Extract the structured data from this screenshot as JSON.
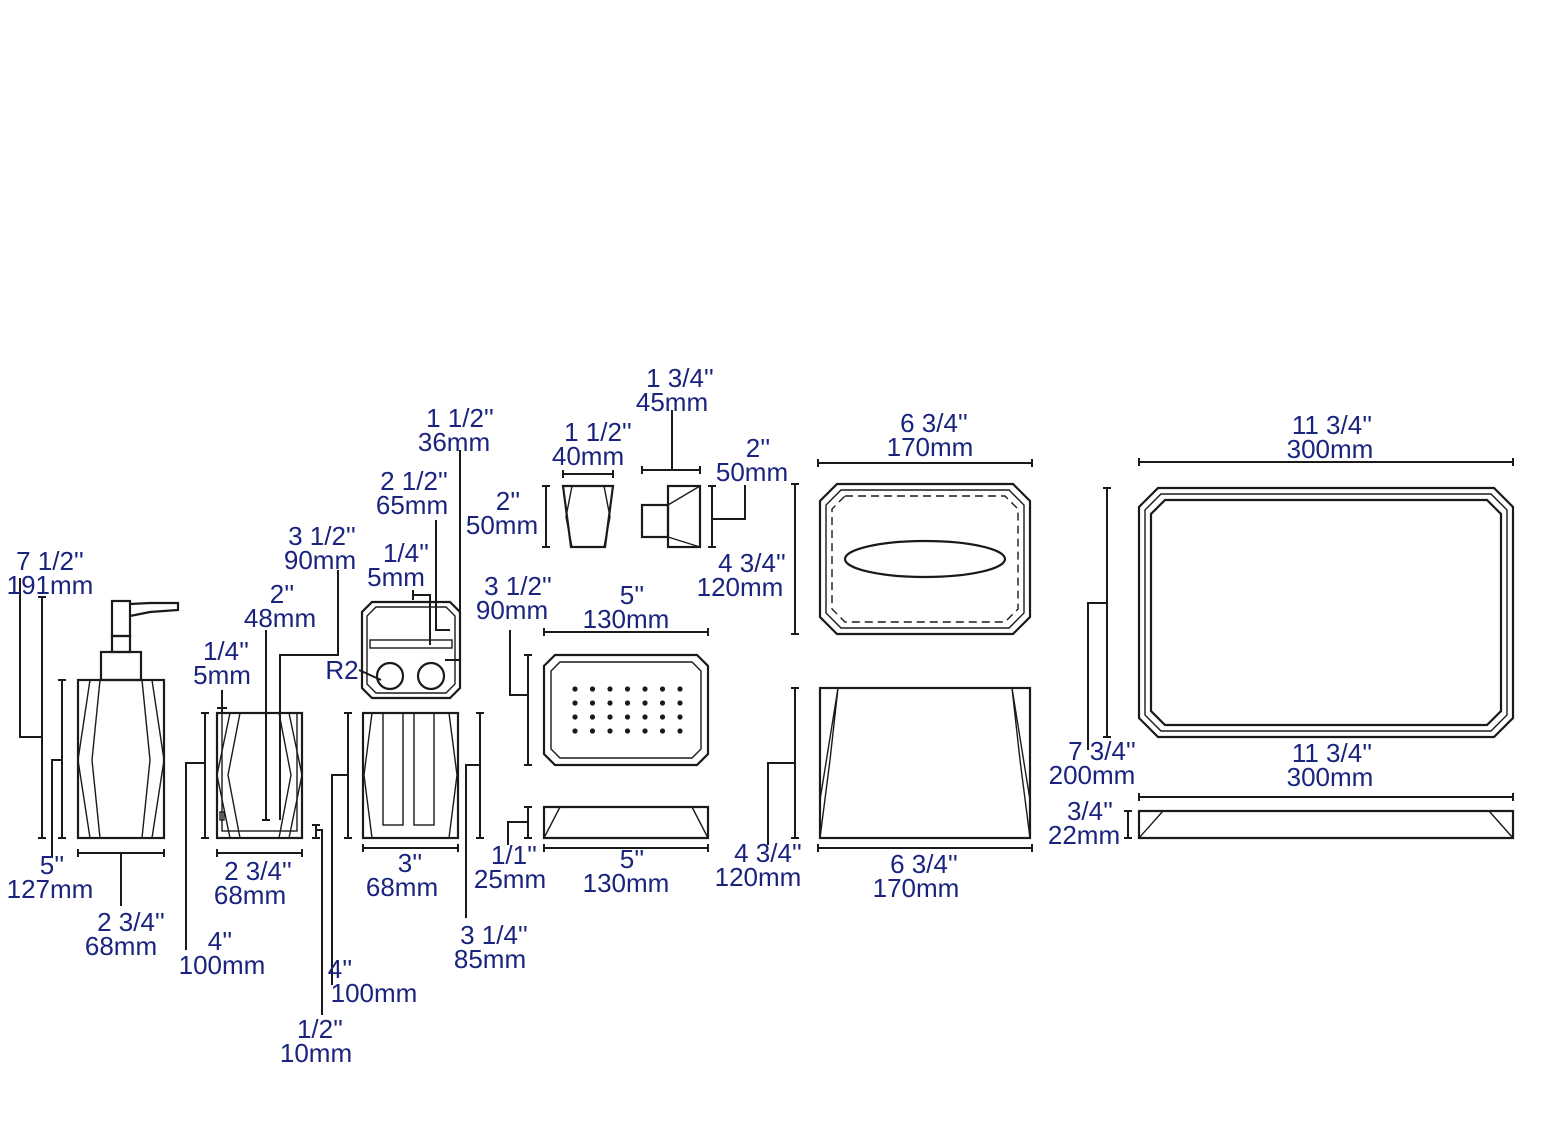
{
  "colors": {
    "line": "#1a1a1a",
    "label": "#1a237e",
    "background": "#ffffff"
  },
  "soap_dispenser": {
    "height_total_in": "7  1/2''",
    "height_total_mm": "191mm",
    "body_height_in": "5''",
    "body_height_mm": "127mm",
    "width_in": "2 3/4''",
    "width_mm": "68mm"
  },
  "tumbler": {
    "height_in": "4''",
    "height_mm": "100mm",
    "width_in": "2 3/4''",
    "width_mm": "68mm",
    "wall_in": "1/4''",
    "wall_mm": "5mm",
    "inner_in": "2''",
    "inner_mm": "48mm",
    "base_in": "1/2''",
    "base_mm": "10mm",
    "depth_in": "4''",
    "depth_mm": "100mm"
  },
  "toothbrush_holder": {
    "depth_in": "3  1/2''",
    "depth_mm": "90mm",
    "width_in": "3''",
    "width_mm": "68mm",
    "height_in": "3  1/4''",
    "height_mm": "85mm",
    "slot_in": "1/4''",
    "slot_mm": "5mm",
    "top_in": "2  1/2''",
    "top_mm": "65mm",
    "hole_in": "1  1/2''",
    "hole_mm": "36mm",
    "radius": "R2"
  },
  "small_cup": {
    "width_in": "1  1/2''",
    "width_mm": "40mm",
    "height_in": "2''",
    "height_mm": "50mm"
  },
  "small_cup_side": {
    "width_in": "1 3/4''",
    "width_mm": "45mm",
    "height_in": "2''",
    "height_mm": "50mm"
  },
  "soap_dish": {
    "depth_in": "3  1/2''",
    "depth_mm": "90mm",
    "width_top_in": "5''",
    "width_top_mm": "130mm",
    "width_bottom_in": "5''",
    "width_bottom_mm": "130mm",
    "height_in": "1/1''",
    "height_mm": "25mm"
  },
  "tissue_box": {
    "width_top_in": "6  3/4''",
    "width_top_mm": "170mm",
    "depth_in": "4 3/4''",
    "depth_mm": "120mm",
    "height_in": "4 3/4''",
    "height_mm": "120mm",
    "width_bottom_in": "6  3/4''",
    "width_bottom_mm": "170mm"
  },
  "tray": {
    "width_top_in": "11 3/4''",
    "width_top_mm": "300mm",
    "depth_in": "7 3/4''",
    "depth_mm": "200mm",
    "width_side_in": "11 3/4''",
    "width_side_mm": "300mm",
    "height_in": "3/4''",
    "height_mm": "22mm"
  }
}
